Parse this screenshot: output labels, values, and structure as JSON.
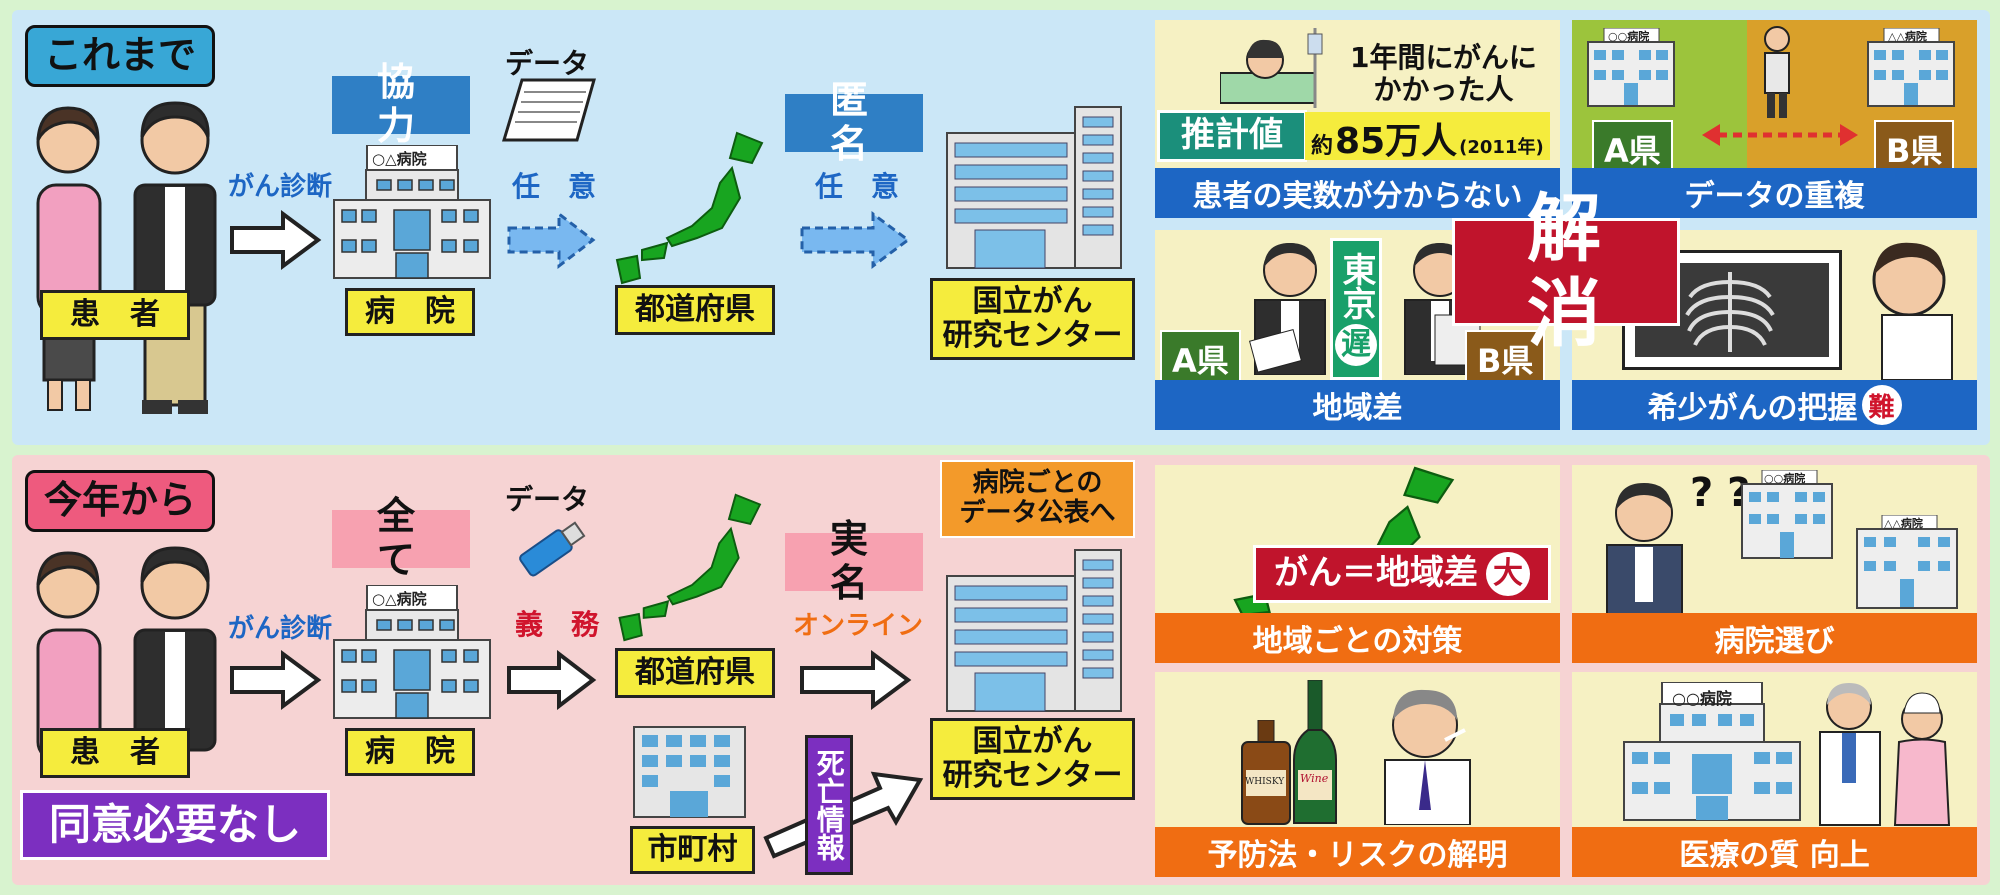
{
  "top": {
    "section_label": "これまで",
    "patient_label": "患　者",
    "diagnosis_label": "がん診断",
    "hospital_sign": "○△病院",
    "hospital_label": "病　院",
    "cooperation_tag": "協　力",
    "data_label": "データ",
    "voluntary_label_1": "任　意",
    "prefecture_label": "都道府県",
    "anonymous_tag": "匿　名",
    "voluntary_label_2": "任　意",
    "center_label_line1": "国立がん",
    "center_label_line2": "研究センター"
  },
  "bottom": {
    "section_label": "今年から",
    "patient_label": "患　者",
    "diagnosis_label": "がん診断",
    "hospital_sign": "○△病院",
    "hospital_label": "病　院",
    "all_tag": "全　て",
    "data_label": "データ",
    "mandatory_label": "義　務",
    "prefecture_label": "都道府県",
    "realname_tag": "実　名",
    "online_label": "オンライン",
    "publish_line1": "病院ごとの",
    "publish_line2": "データ公表へ",
    "center_label_line1": "国立がん",
    "center_label_line2": "研究センター",
    "municipality_label": "市町村",
    "death_info_label": "死亡情報",
    "no_consent_label": "同意必要なし"
  },
  "problems": {
    "estimate_tag": "推計値",
    "estimate_prefix": "約",
    "estimate_value": "85万人",
    "estimate_year": "(2011年)",
    "annual_line1": "1年間にがんに",
    "annual_line2": "かかった人",
    "cell1_caption": "患者の実数が分からない",
    "hospital_sign_a": "○○病院",
    "hospital_sign_b": "△△病院",
    "pref_a": "A県",
    "pref_b": "B県",
    "cell2_caption": "データの重複",
    "tokyo_text": "東京",
    "slow_text": "遅",
    "cell3_caption": "地域差",
    "resolve_text": "解　消",
    "cell4_caption": "希少がんの把握",
    "difficult_badge": "難"
  },
  "benefits": {
    "regional_text": "がん＝地域差",
    "big_badge": "大",
    "cell1_caption": "地域ごとの対策",
    "hospital_sign_a": "○○病院",
    "hospital_sign_b": "△△病院",
    "question_marks": "? ?",
    "cell2_caption": "病院選び",
    "whisky_label": "WHISKY",
    "wine_label": "Wine",
    "cell3_caption": "予防法・リスクの解明",
    "hospital_sign_c": "○○病院",
    "cell4_caption": "医療の質 向上"
  },
  "colors": {
    "top_bg": "#cbe7f7",
    "bottom_bg": "#f6d3d3",
    "caption_blue": "#1d66c4",
    "caption_orange": "#f06d12",
    "resolve_red": "#c0142c"
  }
}
